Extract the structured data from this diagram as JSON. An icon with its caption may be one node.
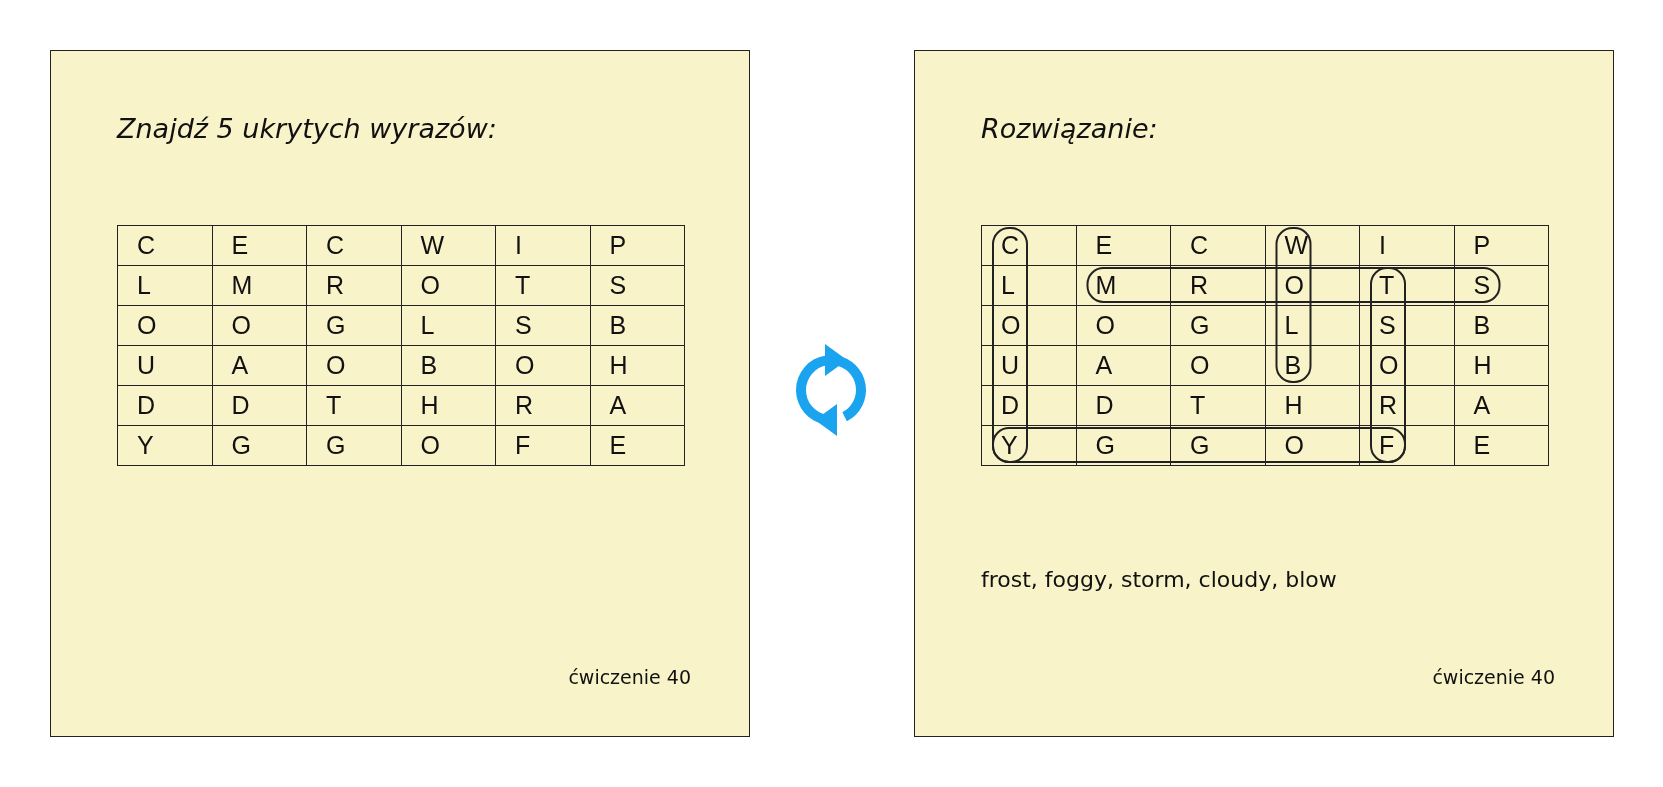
{
  "diagram": {
    "nodes": [
      {
        "text": [
          "Znajdź 5 ukrytych wyrazów:",
          "ćwiczenie 40"
        ]
      },
      {
        "text": [
          "Rozwiązanie:",
          "frost, foggy, storm, cloudy, blow",
          "ćwiczenie 40"
        ]
      }
    ],
    "labels": [
      "C",
      "E",
      "C",
      "W",
      "I",
      "P",
      "L",
      "M",
      "R",
      "O",
      "T",
      "S",
      "O",
      "O",
      "G",
      "L",
      "S",
      "B",
      "U",
      "A",
      "O",
      "B",
      "O",
      "H",
      "D",
      "D",
      "T",
      "H",
      "R",
      "A",
      "Y",
      "G",
      "G",
      "O",
      "F",
      "E",
      "C",
      "E",
      "C",
      "W",
      "I",
      "P",
      "L",
      "M",
      "R",
      "O",
      "T",
      "S",
      "O",
      "O",
      "G",
      "L",
      "S",
      "B",
      "U",
      "A",
      "O",
      "B",
      "O",
      "H",
      "D",
      "D",
      "T",
      "H",
      "R",
      "A",
      "Y",
      "G",
      "G",
      "O",
      "F",
      "E"
    ]
  }
}
